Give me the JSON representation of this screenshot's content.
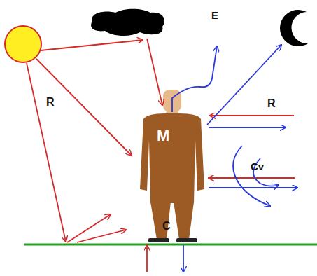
{
  "diagram": {
    "labels": [
      "R",
      "M",
      "E",
      "R",
      "Cv",
      "C"
    ]
  }
}
